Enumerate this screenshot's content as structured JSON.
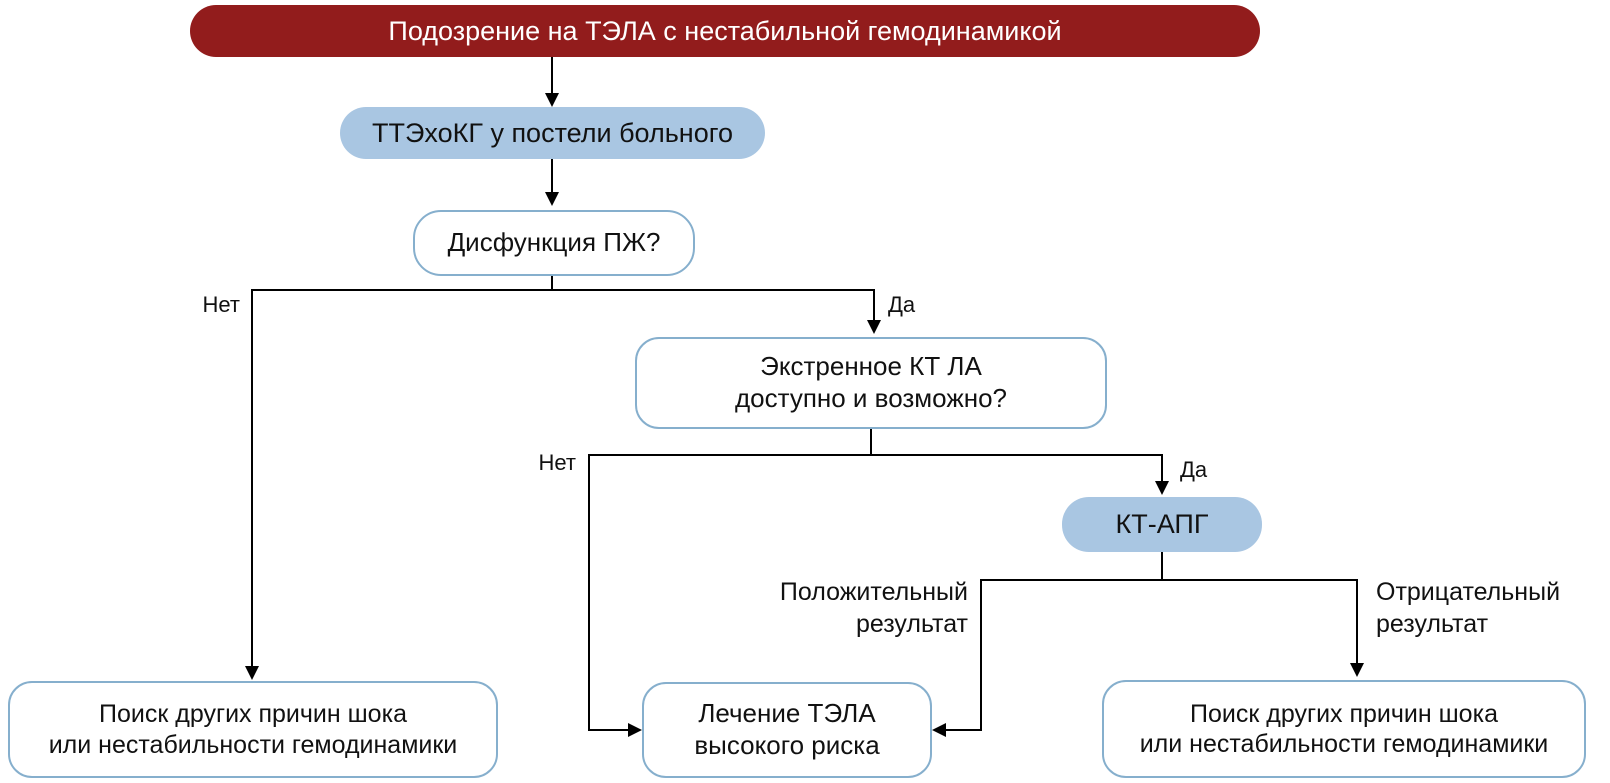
{
  "colors": {
    "red": "#921c1c",
    "blue_fill": "#a9c6e2",
    "blue_border": "#86afcd",
    "line": "#000000"
  },
  "chart_type": "flowchart",
  "nodes": {
    "suspicion": {
      "label": "Подозрение на ТЭЛА с нестабильной гемодинамикой"
    },
    "echo": {
      "label": "ТТЭхоКГ у постели больного"
    },
    "rv_dysfunction": {
      "label": "Дисфункция ПЖ?"
    },
    "ct_available": {
      "line1": "Экстренное КТ ЛА",
      "line2": "доступно и возможно?"
    },
    "ctpa": {
      "label": "КТ-АПГ"
    },
    "search_other_left": {
      "line1": "Поиск других причин шока",
      "line2": "или нестабильности гемодинамики"
    },
    "treatment": {
      "line1": "Лечение ТЭЛА",
      "line2": "высокого риска"
    },
    "search_other_right": {
      "line1": "Поиск других причин шока",
      "line2": "или нестабильности гемодинамики"
    }
  },
  "edge_labels": {
    "rv_no": "Нет",
    "rv_yes": "Да",
    "ct_no": "Нет",
    "ct_yes": "Да",
    "positive_line1": "Положительный",
    "positive_line2": "результат",
    "negative_line1": "Отрицательный",
    "negative_line2": "результат"
  }
}
